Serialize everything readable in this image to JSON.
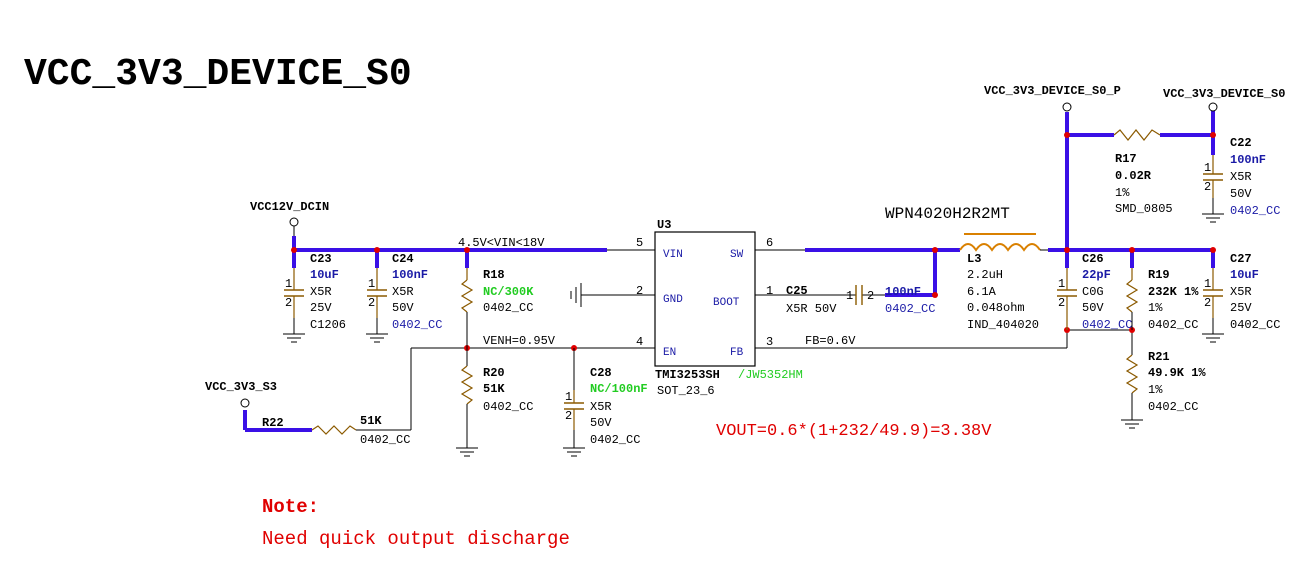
{
  "title": "VCC_3V3_DEVICE_S0",
  "rails": {
    "vin": "VCC12V_DCIN",
    "out_p": "VCC_3V3_DEVICE_S0_P",
    "out": "VCC_3V3_DEVICE_S0",
    "en_src": "VCC_3V3_S3"
  },
  "ic": {
    "ref": "U3",
    "part": "TMI3253SH",
    "alt": "/JW5352HM",
    "package": "SOT_23_6",
    "pins": [
      {
        "name": "VIN",
        "num": "5"
      },
      {
        "name": "GND",
        "num": "2"
      },
      {
        "name": "EN",
        "num": "4"
      },
      {
        "name": "SW",
        "num": "6"
      },
      {
        "name": "BOOT",
        "num": "1"
      },
      {
        "name": "FB",
        "num": "3"
      }
    ]
  },
  "nets": {
    "vin_range": "4.5V<VIN<18V",
    "venh": "VENH=0.95V",
    "fb": "FB=0.6V"
  },
  "inductor": {
    "part": "WPN4020H2R2MT",
    "ref": "L3",
    "value": "2.2uH",
    "current": "6.1A",
    "dcr": "0.048ohm",
    "footprint": "IND_404020"
  },
  "components": {
    "C23": {
      "ref": "C23",
      "value": "10uF",
      "dielectric": "X5R",
      "voltage": "25V",
      "package": "C1206"
    },
    "C24": {
      "ref": "C24",
      "value": "100nF",
      "dielectric": "X5R",
      "voltage": "50V",
      "package": "0402_CC"
    },
    "R18": {
      "ref": "R18",
      "value": "NC/300K",
      "package": "0402_CC"
    },
    "R20": {
      "ref": "R20",
      "value": "51K",
      "package": "0402_CC"
    },
    "R22": {
      "ref": "R22",
      "value": "51K",
      "package": "0402_CC"
    },
    "C28": {
      "ref": "C28",
      "value": "NC/100nF",
      "dielectric": "X5R",
      "voltage": "50V",
      "package": "0402_CC"
    },
    "C25": {
      "ref": "C25",
      "value": "100nF",
      "spec": "X5R 50V",
      "package": "0402_CC"
    },
    "R17": {
      "ref": "R17",
      "value": "0.02R",
      "tolerance": "1%",
      "package": "SMD_0805"
    },
    "C22": {
      "ref": "C22",
      "value": "100nF",
      "dielectric": "X5R",
      "voltage": "50V",
      "package": "0402_CC"
    },
    "C26": {
      "ref": "C26",
      "value": "22pF",
      "dielectric": "C0G",
      "voltage": "50V",
      "package": "0402_CC"
    },
    "R19": {
      "ref": "R19",
      "value": "232K 1%",
      "tolerance": "1%",
      "package": "0402_CC"
    },
    "R21": {
      "ref": "R21",
      "value": "49.9K 1%",
      "tolerance": "1%",
      "package": "0402_CC"
    },
    "C27": {
      "ref": "C27",
      "value": "10uF",
      "dielectric": "X5R",
      "voltage": "25V",
      "package": "0402_CC"
    }
  },
  "pin_labels": {
    "one": "1",
    "two": "2"
  },
  "formula": "VOUT=0.6*(1+232/49.9)=3.38V",
  "note": {
    "heading": "Note:",
    "text": "Need quick output discharge"
  }
}
